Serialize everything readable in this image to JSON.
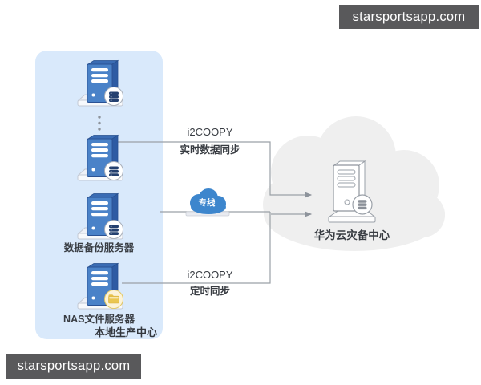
{
  "watermark": {
    "top_right": "starsportsapp.com",
    "bottom_left": "starsportsapp.com"
  },
  "local_center": {
    "caption": "本地生产中心",
    "servers": [
      {
        "label": "",
        "badge_icon": "database-icon"
      },
      {
        "label": "",
        "badge_icon": "database-icon"
      },
      {
        "label": "数据备份服务器",
        "badge_icon": "database-icon"
      },
      {
        "label": "NAS文件服务器",
        "badge_icon": "folder-icon"
      }
    ]
  },
  "connections": {
    "realtime": {
      "protocol": "i2COOPY",
      "label": "实时数据同步"
    },
    "dedicated_line": {
      "label": "专线"
    },
    "scheduled": {
      "protocol": "i2COOPY",
      "label": "定时同步"
    }
  },
  "cloud_center": {
    "label": "华为云灾备中心"
  },
  "colors": {
    "panel_bg": "#d9e9fb",
    "server_blue": "#4a82c8",
    "server_blue_side": "#2d5ba3",
    "badge_db_navy": "#24406f",
    "badge_folder_gold": "#eac650",
    "line_cloud_blue": "#3d86cd",
    "big_cloud_gray": "#efefef",
    "connector": "#9aa0a6",
    "watermark_bg": "#59595b",
    "label_text": "#383c42"
  }
}
